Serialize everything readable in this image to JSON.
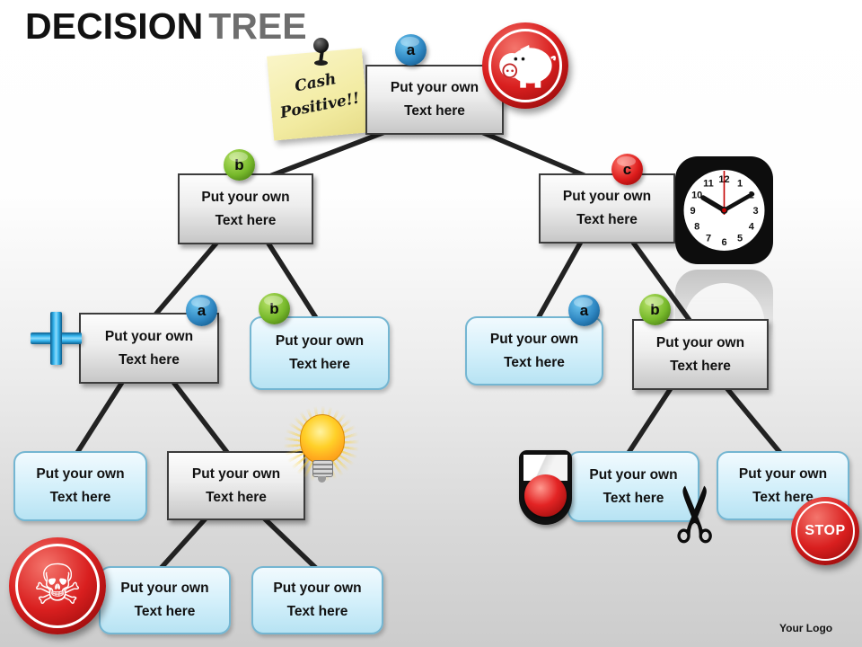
{
  "title": {
    "main": "DECISION",
    "accent": "TREE"
  },
  "node": {
    "line1": "Put your own",
    "line2": "Text here"
  },
  "badges": {
    "root": "a",
    "level2_left": "b",
    "level2_right": "c",
    "level3_left_gray": "a",
    "level3_left_blue": "b",
    "level3_right_blue": "a",
    "level3_right_gray": "b"
  },
  "sticky_note": {
    "line1": "Cash",
    "line2": "Positive!!"
  },
  "stop_badge": {
    "label": "STOP"
  },
  "footer": {
    "logo": "Your Logo"
  },
  "clock": {
    "numbers": [
      "12",
      "1",
      "2",
      "3",
      "4",
      "5",
      "6",
      "7",
      "8",
      "9",
      "10",
      "11"
    ]
  },
  "icons": {
    "scissors": "✂",
    "skull": "☠"
  },
  "colors": {
    "title_main": "#121212",
    "title_accent": "#6e6e6e",
    "connector": "#222222",
    "gray_node_border": "#3c3c3c",
    "blue_node_fill": "#d2effa",
    "blue_node_border": "#74b6d2",
    "note_yellow": "#f2eba1",
    "sphere_blue": "#2e86c1",
    "sphere_green": "#76b82a",
    "sphere_red": "#dd1c1c",
    "badge_red": "#d91f1f"
  }
}
